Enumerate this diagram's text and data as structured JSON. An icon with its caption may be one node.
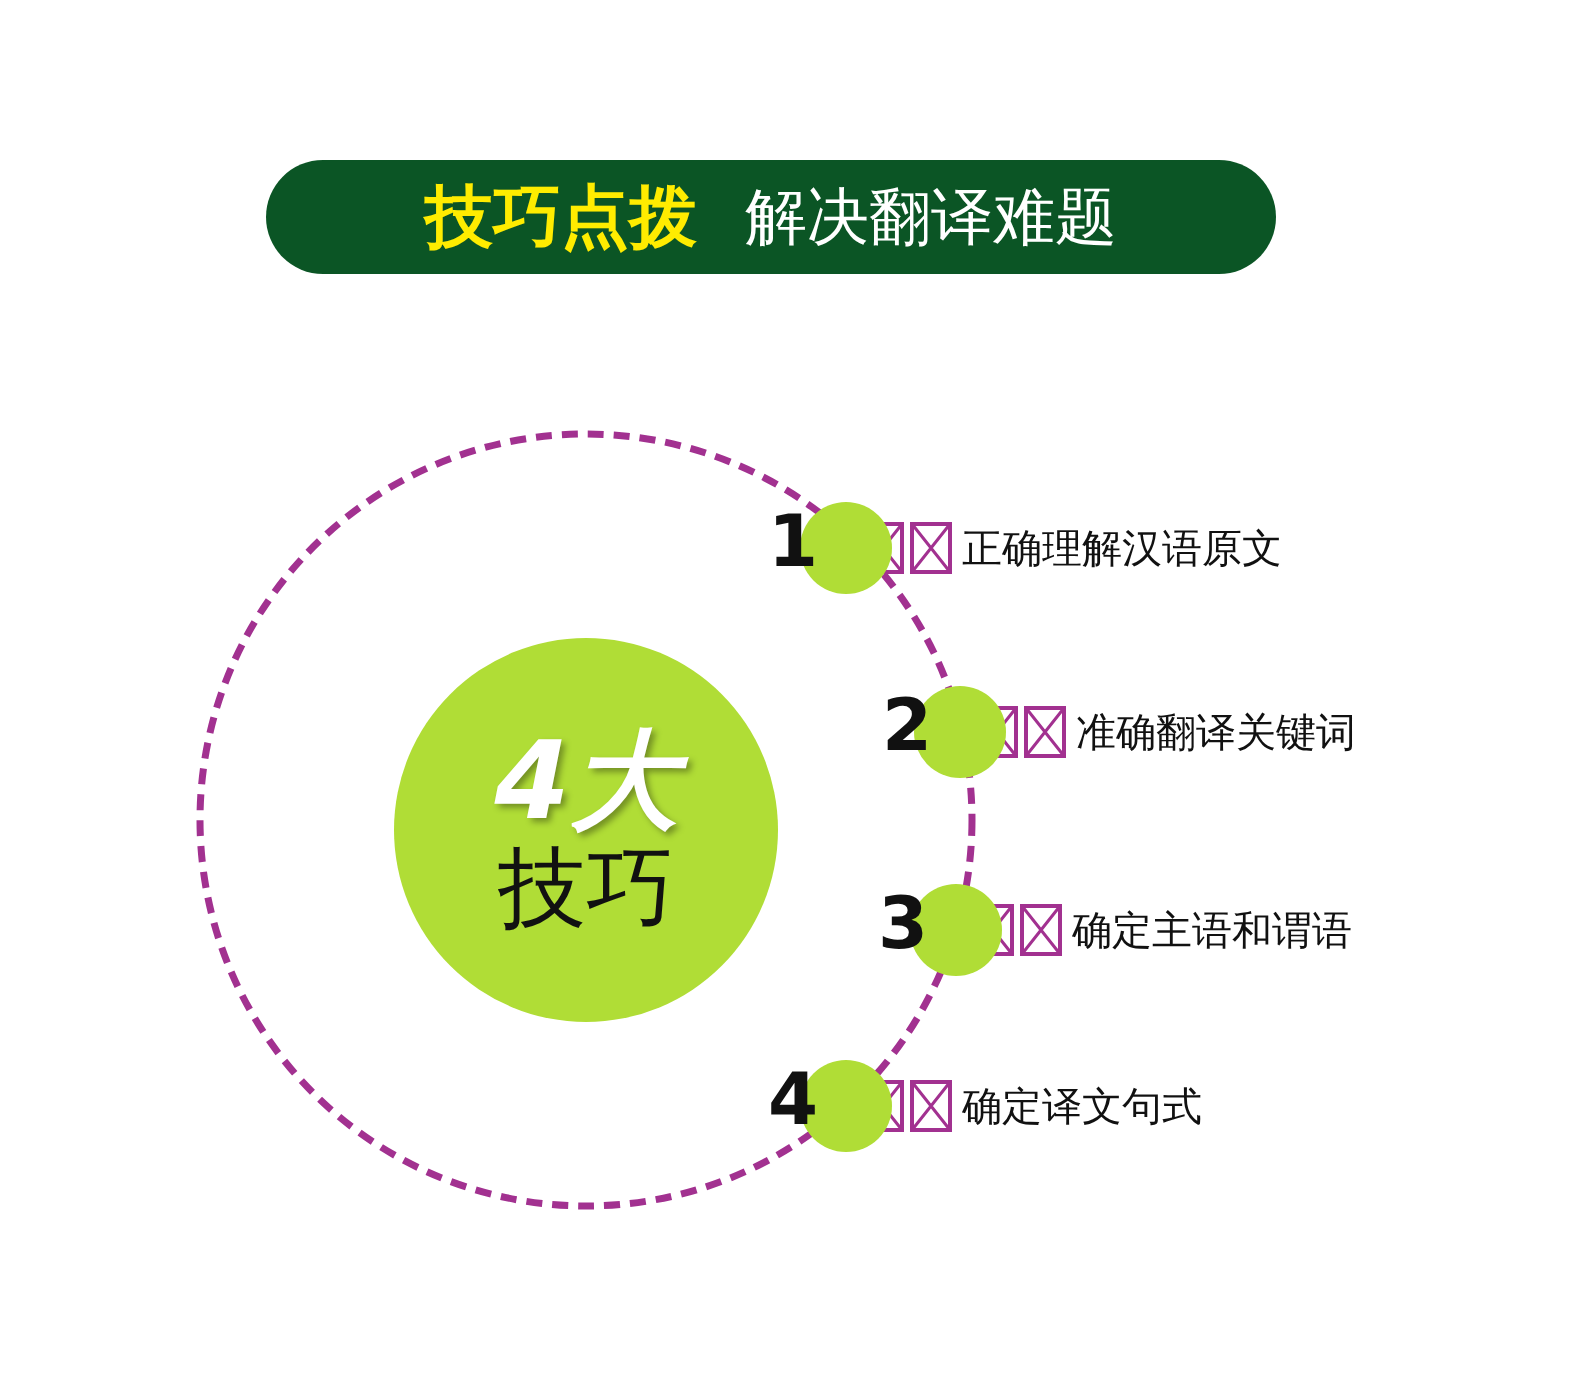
{
  "diagram": {
    "nodes": [
      {
        "text": [
          "技巧点拨",
          "解决翻译难题"
        ]
      },
      {
        "text": [
          "4大",
          "技巧"
        ]
      },
      {
        "text": [
          "1"
        ],
        "beside": [
          "正确理解汉语原文"
        ]
      },
      {
        "text": [
          "2"
        ],
        "beside": [
          "准确翻译关键词"
        ]
      },
      {
        "text": [
          "3"
        ],
        "beside": [
          "确定主语和谓语"
        ]
      },
      {
        "text": [
          "4"
        ],
        "beside": [
          "确定译文句式"
        ]
      }
    ]
  }
}
